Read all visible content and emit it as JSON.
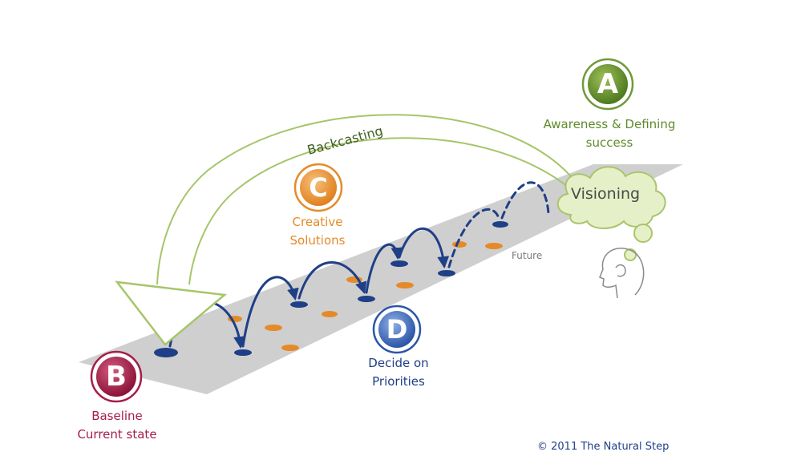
{
  "header": {
    "partial_text": "...",
    "partial_accent": "..."
  },
  "steps": {
    "a": {
      "letter": "A",
      "line1": "Awareness & Defining",
      "line2": "success"
    },
    "b": {
      "letter": "B",
      "line1": "Baseline",
      "line2": "Current state"
    },
    "c": {
      "letter": "C",
      "line1": "Creative",
      "line2": "Solutions"
    },
    "d": {
      "letter": "D",
      "line1": "Decide on",
      "line2": "Priorities"
    }
  },
  "arrow_label": "Backcasting",
  "vision_label": "Visioning",
  "future_label": "Future",
  "copyright": "© 2011 The Natural Step",
  "colors": {
    "a_green": "#5f8a2b",
    "b_crimson": "#a51d48",
    "c_orange": "#e58a2a",
    "d_blue": "#1f3f87",
    "arrow_green": "#a6c56a",
    "path_gray": "#cfcfcf",
    "cloud_fill": "#e6f0c8",
    "cloud_stroke": "#a9c46a"
  }
}
